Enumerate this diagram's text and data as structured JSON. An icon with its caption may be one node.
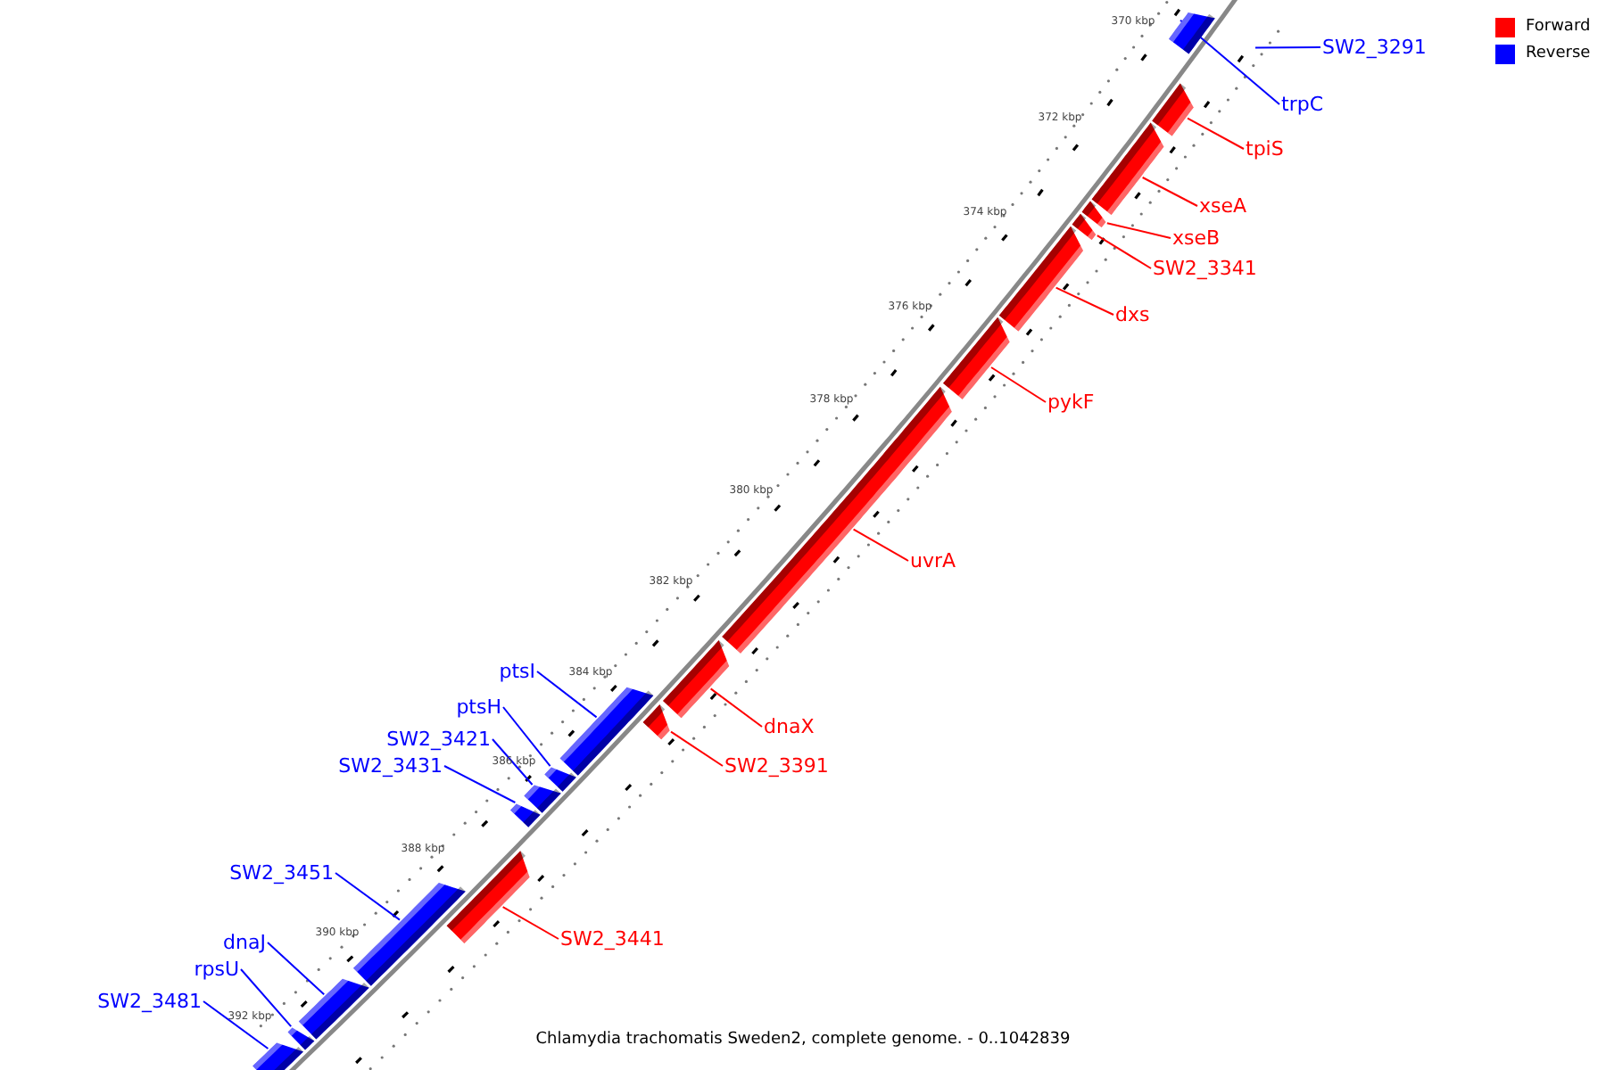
{
  "diagram": {
    "caption": "Chlamydia trachomatis Sweden2, complete genome. - 0..1042839",
    "nodes": [
      {
        "text": [
          "SW2_3291"
        ]
      },
      {
        "text": [
          "trpC"
        ]
      },
      {
        "text": [],
        "shape": "bar"
      },
      {
        "text": [
          "tpiS"
        ]
      },
      {
        "text": [],
        "shape": "bar"
      },
      {
        "text": [
          "xseA"
        ]
      },
      {
        "text": [],
        "shape": "bar"
      },
      {
        "text": [
          "xseB"
        ]
      },
      {
        "text": [],
        "shape": "bar"
      },
      {
        "text": [
          "SW2_3341"
        ]
      },
      {
        "text": [],
        "shape": "bar"
      },
      {
        "text": [
          "dxs"
        ]
      },
      {
        "text": [],
        "shape": "bar"
      },
      {
        "text": [
          "pykF"
        ]
      },
      {
        "text": [],
        "shape": "bar"
      },
      {
        "text": [
          "uvrA"
        ]
      },
      {
        "text": [],
        "shape": "bar"
      },
      {
        "text": [
          "ptsI"
        ]
      },
      {
        "text": [],
        "shape": "bar"
      },
      {
        "text": [
          "dnaX"
        ]
      },
      {
        "text": [],
        "shape": "bar"
      },
      {
        "text": [
          "SW2_3391"
        ]
      },
      {
        "text": [],
        "shape": "bar"
      },
      {
        "text": [
          "ptsH"
        ]
      },
      {
        "text": [],
        "shape": "bar"
      },
      {
        "text": [
          "SW2_3421"
        ]
      },
      {
        "text": [],
        "shape": "bar"
      },
      {
        "text": [
          "SW2_3431"
        ]
      },
      {
        "text": [],
        "shape": "bar"
      },
      {
        "text": [
          "SW2_3441"
        ]
      },
      {
        "text": [],
        "shape": "bar"
      },
      {
        "text": [
          "SW2_3451"
        ]
      },
      {
        "text": [],
        "shape": "bar"
      },
      {
        "text": [
          "dnaJ"
        ]
      },
      {
        "text": [],
        "shape": "bar"
      },
      {
        "text": [
          "rpsU"
        ]
      },
      {
        "text": [],
        "shape": "bar"
      },
      {
        "text": [
          "SW2_3481"
        ]
      },
      {
        "text": [],
        "shape": "bar"
      }
    ],
    "edges": [
      {
        "from": 0,
        "to": null,
        "arrow": "none",
        "color": "#0000ff"
      },
      {
        "from": 1,
        "to": 2,
        "arrow": "none",
        "color": "#0000ff"
      },
      {
        "from": 3,
        "to": 4,
        "arrow": "none",
        "color": "#ff0000"
      },
      {
        "from": 5,
        "to": 6,
        "arrow": "none",
        "color": "#ff0000"
      },
      {
        "from": 7,
        "to": 8,
        "arrow": "none",
        "color": "#ff0000"
      },
      {
        "from": 9,
        "to": 10,
        "arrow": "none",
        "color": "#ff0000"
      },
      {
        "from": 11,
        "to": 12,
        "arrow": "none",
        "color": "#ff0000"
      },
      {
        "from": 13,
        "to": 14,
        "arrow": "none",
        "color": "#ff0000"
      },
      {
        "from": 15,
        "to": 16,
        "arrow": "none",
        "color": "#ff0000"
      },
      {
        "from": 17,
        "to": 18,
        "arrow": "none",
        "color": "#0000ff"
      },
      {
        "from": 19,
        "to": 20,
        "arrow": "none",
        "color": "#ff0000"
      },
      {
        "from": 21,
        "to": 22,
        "arrow": "none",
        "color": "#ff0000"
      },
      {
        "from": 23,
        "to": 24,
        "arrow": "none",
        "color": "#0000ff"
      },
      {
        "from": 25,
        "to": 26,
        "arrow": "none",
        "color": "#0000ff"
      },
      {
        "from": 27,
        "to": 28,
        "arrow": "none",
        "color": "#0000ff"
      },
      {
        "from": 29,
        "to": 30,
        "arrow": "none",
        "color": "#ff0000"
      },
      {
        "from": 31,
        "to": 32,
        "arrow": "none",
        "color": "#0000ff"
      },
      {
        "from": 33,
        "to": 34,
        "arrow": "none",
        "color": "#0000ff"
      },
      {
        "from": 35,
        "to": 36,
        "arrow": "none",
        "color": "#0000ff"
      },
      {
        "from": 37,
        "to": 38,
        "arrow": "none",
        "color": "#0000ff"
      }
    ],
    "labels": [
      "370 kbp",
      "372 kbp",
      "374 kbp",
      "376 kbp",
      "378 kbp",
      "380 kbp",
      "382 kbp",
      "384 kbp",
      "386 kbp",
      "388 kbp",
      "390 kbp",
      "392 kbp"
    ],
    "legend": [
      {
        "text": "Forward",
        "color": "#ff0000"
      },
      {
        "text": "Reverse",
        "color": "#0000ff"
      }
    ]
  }
}
